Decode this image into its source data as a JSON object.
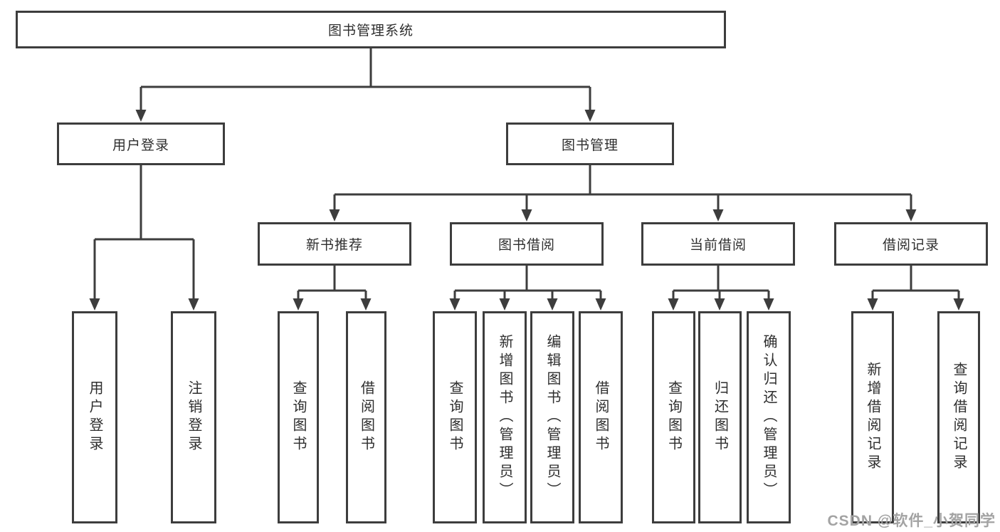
{
  "tree": {
    "root": {
      "label": "图书管理系统"
    },
    "level2": [
      {
        "label": "用户登录",
        "children": [
          {
            "label": "用户登录"
          },
          {
            "label": "注销登录"
          }
        ]
      },
      {
        "label": "图书管理",
        "children": [
          {
            "label": "新书推荐",
            "children": [
              {
                "label": "查询图书"
              },
              {
                "label": "借阅图书"
              }
            ]
          },
          {
            "label": "图书借阅",
            "children": [
              {
                "label": "查询图书"
              },
              {
                "label": "新增图书（管理员）"
              },
              {
                "label": "编辑图书（管理员）"
              },
              {
                "label": "借阅图书"
              }
            ]
          },
          {
            "label": "当前借阅",
            "children": [
              {
                "label": "查询图书"
              },
              {
                "label": "归还图书"
              },
              {
                "label": "确认归还（管理员）"
              }
            ]
          },
          {
            "label": "借阅记录",
            "children": [
              {
                "label": "新增借阅记录"
              },
              {
                "label": "查询借阅记录"
              }
            ]
          }
        ]
      }
    ]
  },
  "watermark": {
    "text": "CSDN @软件_小贺同学"
  },
  "colors": {
    "line": "#3d3d3d",
    "text": "#2e2e2e",
    "background": "#ffffff",
    "watermark": "#a3a3a3"
  }
}
